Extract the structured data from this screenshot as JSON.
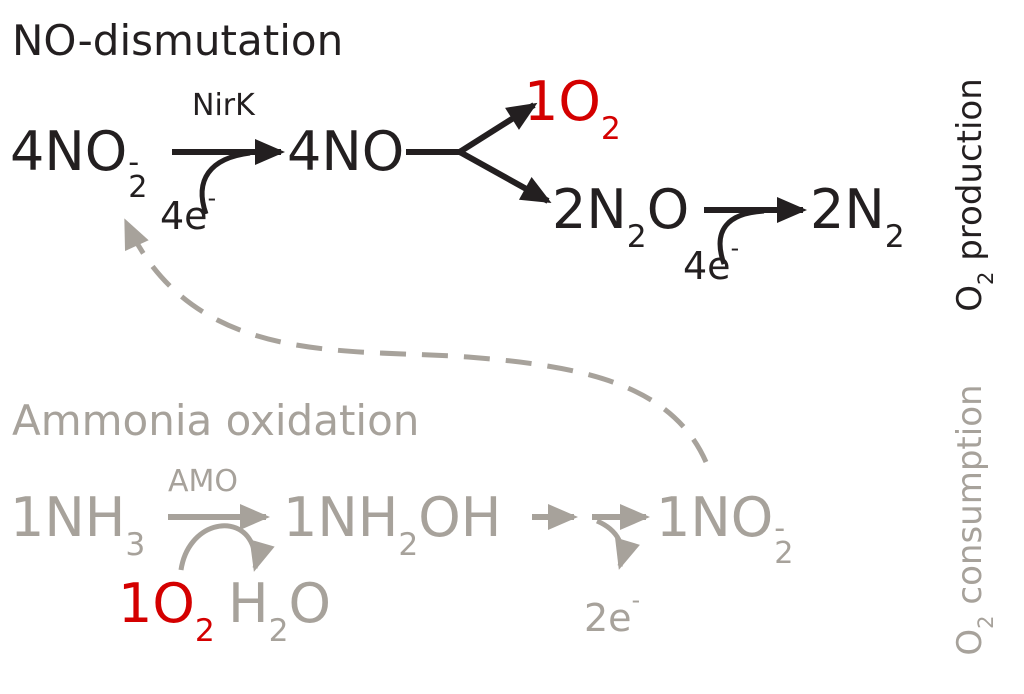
{
  "colors": {
    "black": "#231f20",
    "gray": "#a7a29b",
    "red": "#d40000"
  },
  "no_dismutation": {
    "title": "NO-dismutation",
    "enzyme": "NirK",
    "reactant_main": "4NO",
    "reactant_sub": "2",
    "reactant_sup": "-",
    "electrons1_main": "4e",
    "electrons1_sup": "-",
    "intermediate": "4NO",
    "singlet_o2_main": "1O",
    "singlet_o2_sub": "2",
    "n2o_pre": "2N",
    "n2o_sub": "2",
    "n2o_post": "O",
    "electrons2_main": "4e",
    "electrons2_sup": "-",
    "n2_main": "2N",
    "n2_sub": "2",
    "axis_pre": "O",
    "axis_sub": "2",
    "axis_post": " production"
  },
  "ammonia_oxidation": {
    "title": "Ammonia oxidation",
    "enzyme": "AMO",
    "reactant_main": "1NH",
    "reactant_sub": "3",
    "o2_in_main": "1O",
    "o2_in_sub": "2",
    "water_main": "H",
    "water_sub": "2",
    "water_post": "O",
    "intermediate_pre": "1NH",
    "intermediate_sub": "2",
    "intermediate_post": "OH",
    "electrons_main": "2e",
    "electrons_sup": "-",
    "product_main": "1NO",
    "product_sub": "2",
    "product_sup": "-",
    "axis_pre": "O",
    "axis_sub": "2",
    "axis_post": " consumption"
  }
}
